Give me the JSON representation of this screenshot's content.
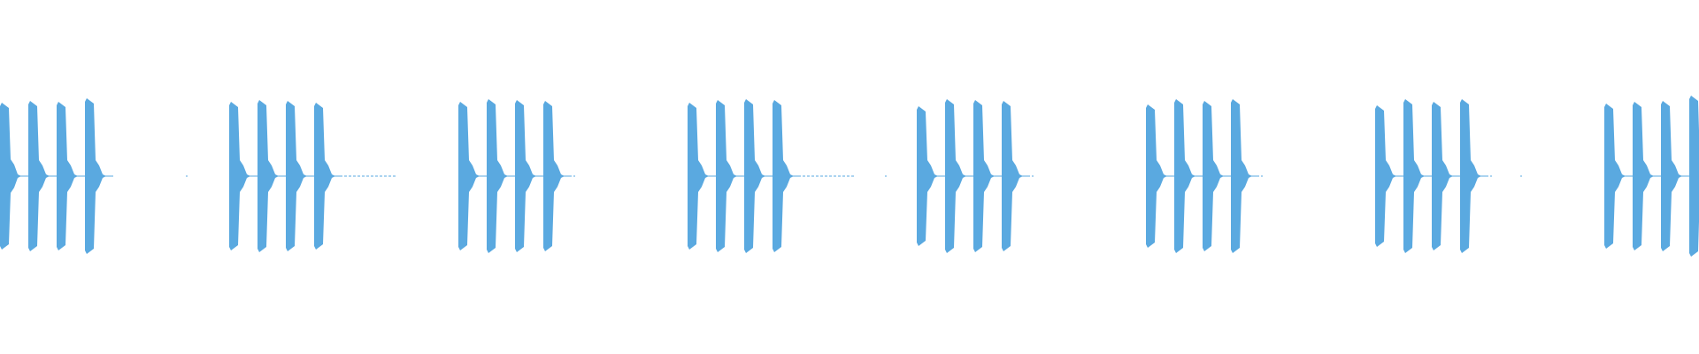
{
  "waveform": {
    "color": "#5aa9e0",
    "groups": [
      {
        "bursts": [
          {
            "amp": 0.83,
            "tail": 0.13
          },
          {
            "amp": 0.85,
            "tail": 0.12
          },
          {
            "amp": 0.84,
            "tail": 0.12
          },
          {
            "amp": 0.88,
            "tail": 0.12
          }
        ],
        "trail": "none"
      },
      {
        "bursts": [
          {
            "amp": 0.84,
            "tail": 0.12
          },
          {
            "amp": 0.86,
            "tail": 0.12
          },
          {
            "amp": 0.85,
            "tail": 0.12
          },
          {
            "amp": 0.83,
            "tail": 0.12
          }
        ],
        "trail": "long"
      },
      {
        "bursts": [
          {
            "amp": 0.84,
            "tail": 0.12
          },
          {
            "amp": 0.87,
            "tail": 0.12
          },
          {
            "amp": 0.86,
            "tail": 0.12
          },
          {
            "amp": 0.85,
            "tail": 0.12
          }
        ],
        "trail": "short"
      },
      {
        "bursts": [
          {
            "amp": 0.83,
            "tail": 0.12
          },
          {
            "amp": 0.86,
            "tail": 0.12
          },
          {
            "amp": 0.87,
            "tail": 0.12
          },
          {
            "amp": 0.86,
            "tail": 0.12
          }
        ],
        "trail": "long"
      },
      {
        "bursts": [
          {
            "amp": 0.79,
            "tail": 0.12
          },
          {
            "amp": 0.87,
            "tail": 0.12
          },
          {
            "amp": 0.86,
            "tail": 0.12
          },
          {
            "amp": 0.85,
            "tail": 0.12
          }
        ],
        "trail": "short"
      },
      {
        "bursts": [
          {
            "amp": 0.81,
            "tail": 0.12
          },
          {
            "amp": 0.87,
            "tail": 0.12
          },
          {
            "amp": 0.85,
            "tail": 0.12
          },
          {
            "amp": 0.87,
            "tail": 0.12
          }
        ],
        "trail": "short"
      },
      {
        "bursts": [
          {
            "amp": 0.8,
            "tail": 0.12
          },
          {
            "amp": 0.87,
            "tail": 0.12
          },
          {
            "amp": 0.84,
            "tail": 0.12
          },
          {
            "amp": 0.87,
            "tail": 0.12
          }
        ],
        "trail": "short"
      },
      {
        "bursts": [
          {
            "amp": 0.82,
            "tail": 0.12
          },
          {
            "amp": 0.84,
            "tail": 0.12
          },
          {
            "amp": 0.85,
            "tail": 0.12
          },
          {
            "amp": 0.91,
            "tail": 0.12
          }
        ],
        "trail": "none"
      }
    ]
  }
}
